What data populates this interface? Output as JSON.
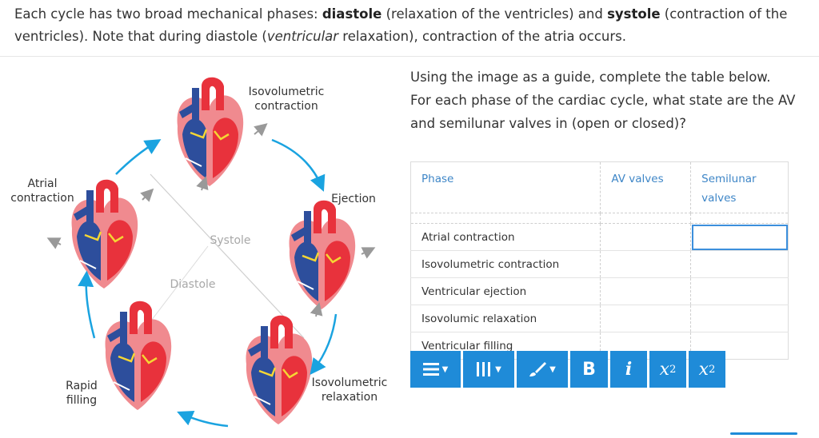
{
  "intro": {
    "p1": "Each cycle has two broad mechanical phases: ",
    "diastole": "diastole",
    "p2": " (relaxation of the ventricles) and ",
    "systole": "systole",
    "p3": " (contraction of the ventricles). Note that during diastole (",
    "ventricular": "ventricular",
    "p4": " relaxation), contraction of the atria occurs."
  },
  "diagram": {
    "labels": {
      "isovolumetric_contraction_1": "Isovolumetric",
      "isovolumetric_contraction_2": "contraction",
      "ejection": "Ejection",
      "isovolumetric_relaxation_1": "Isovolumetric",
      "isovolumetric_relaxation_2": "relaxation",
      "rapid_filling_1": "Rapid",
      "rapid_filling_2": "filling",
      "atrial_contraction_1": "Atrial",
      "atrial_contraction_2": "contraction",
      "systole": "Systole",
      "diastole": "Diastole"
    },
    "colors": {
      "arrow": "#1aa3e0",
      "oxygenated": "#e8323c",
      "deoxygenated": "#2d4e9c",
      "muscle": "#f08a8f",
      "valve": "#f5d634"
    }
  },
  "question": {
    "line1": "Using the image as a guide, complete the table below.",
    "line2": "For each phase of the cardiac cycle, what state are the AV",
    "line3": "and semilunar valves in (open or closed)?"
  },
  "table": {
    "headers": {
      "phase": "Phase",
      "av": "AV valves",
      "semilunar_1": "Semilunar",
      "semilunar_2": "valves"
    },
    "rows": [
      {
        "phase": "Atrial contraction",
        "av": "",
        "semilunar": ""
      },
      {
        "phase": "Isovolumetric contraction",
        "av": "",
        "semilunar": ""
      },
      {
        "phase": "Ventricular ejection",
        "av": "",
        "semilunar": ""
      },
      {
        "phase": "Isovolumic relaxation",
        "av": "",
        "semilunar": ""
      },
      {
        "phase": "Ventricular filling",
        "av": "",
        "semilunar": ""
      }
    ]
  },
  "toolbar": {
    "buttons": [
      {
        "name": "list-format-button",
        "icon": "list-icon"
      },
      {
        "name": "column-format-button",
        "icon": "columns-icon"
      },
      {
        "name": "brush-format-button",
        "icon": "brush-icon"
      },
      {
        "name": "bold-button",
        "label": "B"
      },
      {
        "name": "italic-button",
        "label": "i"
      },
      {
        "name": "subscript-button",
        "label_base": "x",
        "label_sub": "2"
      },
      {
        "name": "superscript-button",
        "label_base": "x",
        "label_sup": "2"
      }
    ],
    "accent": "#1f8bd8"
  }
}
